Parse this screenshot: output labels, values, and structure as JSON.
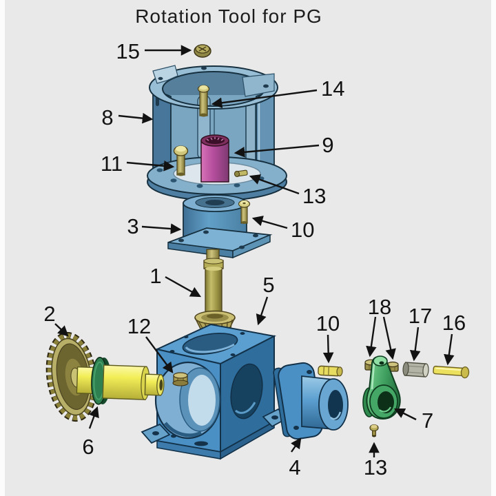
{
  "title": "Rotation Tool for PG",
  "callouts": {
    "n15": "15",
    "n8": "8",
    "n14": "14",
    "n11": "11",
    "n9": "9",
    "n13a": "13",
    "n3": "3",
    "n10a": "10",
    "n1": "1",
    "n5": "5",
    "n2": "2",
    "n12": "12",
    "n6": "6",
    "n4": "4",
    "n10b": "10",
    "n18": "18",
    "n17": "17",
    "n16": "16",
    "n7": "7",
    "n13b": "13"
  },
  "colors": {
    "background": "#e9e9e9",
    "edge_strip": "#fcfcfc",
    "housing_blue": "#5b9fd0",
    "housing_light_blue": "#98bed6",
    "housing_dark_blue": "#2f6793",
    "pink_bushing": "#b44d9c",
    "brass_olive": "#cfc47e",
    "bright_yellow": "#f2ee57",
    "shaft_olive": "#c5bd6a",
    "washer_green": "#2f8050",
    "arm_green": "#44a765",
    "steel_gray": "#b4b4a6",
    "line_black": "#121212"
  }
}
